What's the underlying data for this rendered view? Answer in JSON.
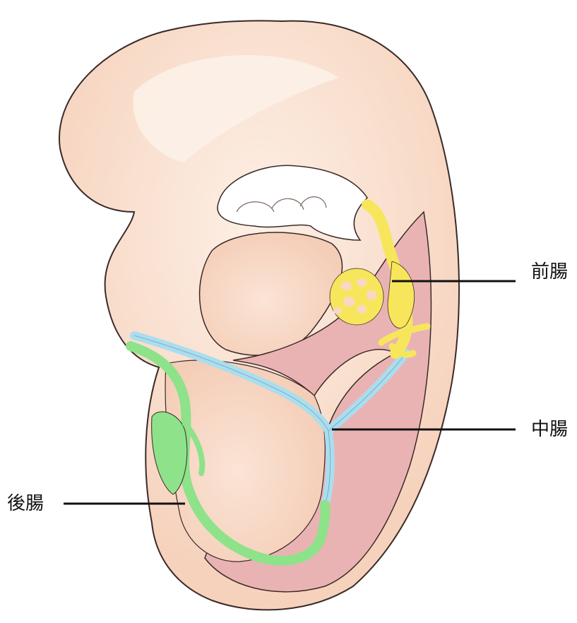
{
  "diagram": {
    "labels": {
      "foregut": "前腸",
      "midgut": "中腸",
      "hindgut": "後腸"
    },
    "colors": {
      "body_skin": "#f8d8c4",
      "body_highlight": "#fbe8dc",
      "cavity": "#eab3b3",
      "foregut": "#f7e65c",
      "midgut": "#a8def0",
      "hindgut": "#8ee28a",
      "outline": "#3a2a28",
      "leader_line": "#111111"
    }
  }
}
